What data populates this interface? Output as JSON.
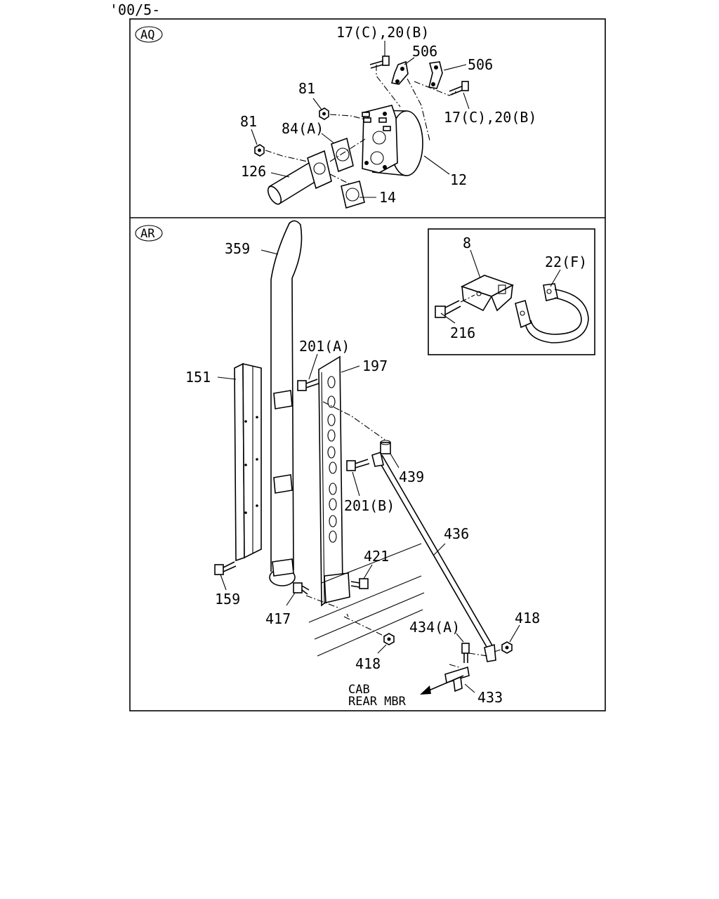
{
  "header_code": "'00/5-",
  "panel_aq": {
    "tag": "AQ",
    "labels": {
      "l_17c_20b_top": "17(C),20(B)",
      "l_506_a": "506",
      "l_506_b": "506",
      "l_17c_20b_right": "17(C),20(B)",
      "l_81_a": "81",
      "l_81_b": "81",
      "l_84a": "84(A)",
      "l_126": "126",
      "l_12": "12",
      "l_14": "14"
    }
  },
  "panel_ar": {
    "tag": "AR",
    "labels": {
      "l_359": "359",
      "l_151": "151",
      "l_201a": "201(A)",
      "l_197": "197",
      "l_439": "439",
      "l_201b": "201(B)",
      "l_436": "436",
      "l_421": "421",
      "l_159": "159",
      "l_417": "417",
      "l_418_a": "418",
      "l_418_b": "418",
      "l_434a": "434(A)",
      "l_433": "433",
      "l_8": "8",
      "l_22f": "22(F)",
      "l_216": "216"
    },
    "direction_note": {
      "line1": "CAB",
      "line2": "REAR MBR"
    }
  }
}
